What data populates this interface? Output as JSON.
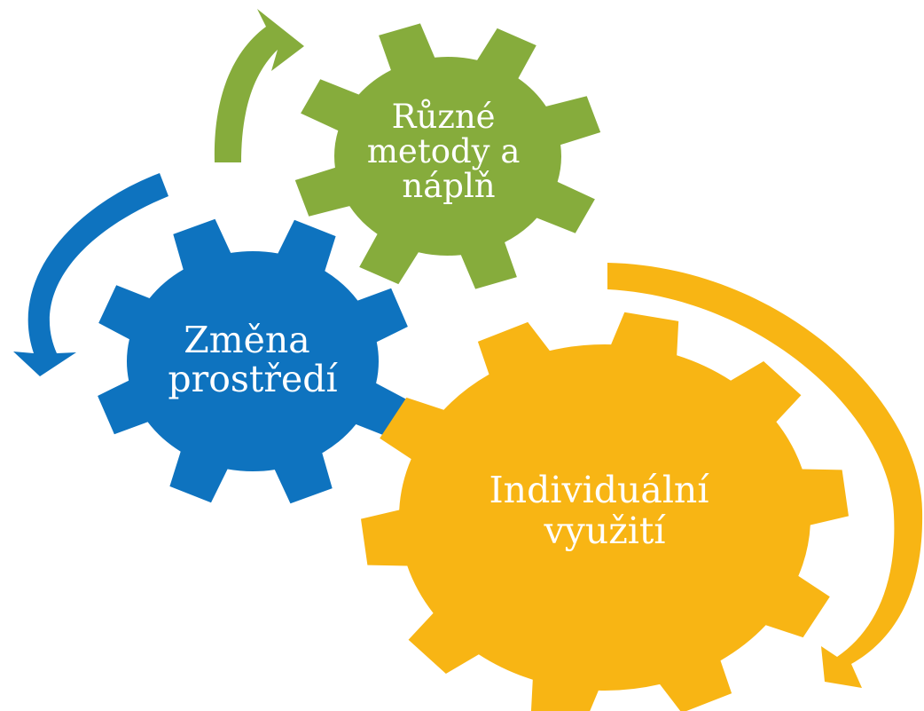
{
  "colors": {
    "green": "#86AC3C",
    "blue": "#0E73BF",
    "yellow": "#F8B514",
    "label_text": "#FFFFFF"
  },
  "gears": [
    {
      "id": "gear-ruzne-metody",
      "color_key": "green",
      "lines": [
        "Různé",
        "metody a",
        "náplň"
      ]
    },
    {
      "id": "gear-zmena-prostredi",
      "color_key": "blue",
      "lines": [
        "Změna",
        "prostředí"
      ]
    },
    {
      "id": "gear-individualni-vyuziti",
      "color_key": "yellow",
      "lines": [
        "Individuální",
        "využití"
      ]
    }
  ],
  "arrows": [
    {
      "id": "arrow-green",
      "color_key": "green",
      "direction": "clockwise"
    },
    {
      "id": "arrow-blue",
      "color_key": "blue",
      "direction": "counterclockwise"
    },
    {
      "id": "arrow-yellow",
      "color_key": "yellow",
      "direction": "clockwise"
    }
  ]
}
